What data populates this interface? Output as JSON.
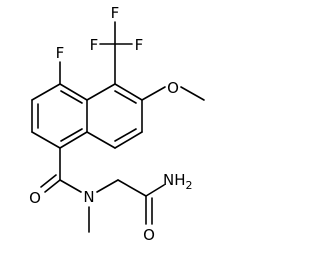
{
  "structure": {
    "atoms": {
      "F_aryl": "F",
      "F_cf3_left": "F",
      "F_cf3_top": "F",
      "F_cf3_right": "F",
      "O_methoxy": "O",
      "O_amide": "O",
      "N_amide": "N",
      "NH2_terminal": "NH",
      "NH2_subscript": "2",
      "O_terminal_amide": "O"
    }
  },
  "colors": {
    "bond": "#000000",
    "label": "#000000",
    "background": "#ffffff"
  }
}
